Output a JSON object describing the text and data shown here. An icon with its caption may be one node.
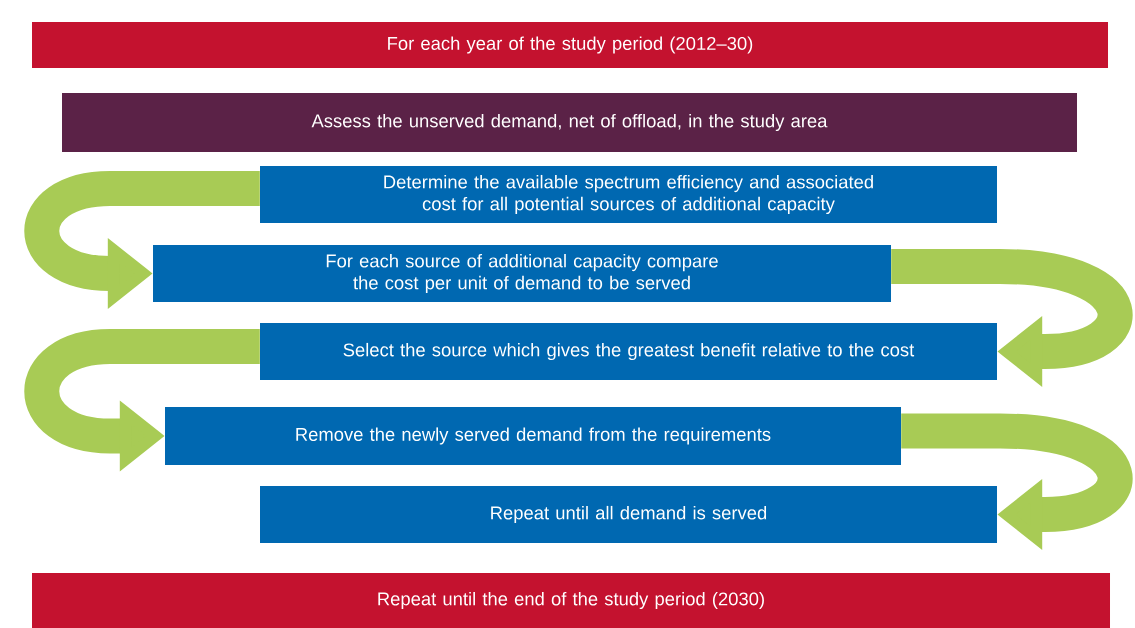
{
  "diagram": {
    "nodes": [
      {
        "text": [
          "For each year of the study period  (2012–30)"
        ]
      },
      {
        "text": [
          "Assess the unserved demand, net of offload, in the study area"
        ]
      },
      {
        "text": [
          "Determine the available spectrum efficiency and associated cost for all potential sources of additional capacity"
        ]
      },
      {
        "text": [
          "For each source of additional capacity compare the cost per unit of demand to be served"
        ]
      },
      {
        "text": [
          "Select the source which gives the greatest benefit relative to the cost"
        ]
      },
      {
        "text": [
          "Remove the newly served demand from the requirements"
        ]
      },
      {
        "text": [
          "Repeat until all demand is served"
        ]
      },
      {
        "text": [
          "Repeat until the end of the study period (2030)"
        ]
      }
    ],
    "edges": [
      {
        "from": 2,
        "to": 3,
        "arrow": "to"
      },
      {
        "from": 3,
        "to": 4,
        "arrow": "to"
      },
      {
        "from": 4,
        "to": 5,
        "arrow": "to"
      },
      {
        "from": 5,
        "to": 6,
        "arrow": "to"
      }
    ]
  }
}
